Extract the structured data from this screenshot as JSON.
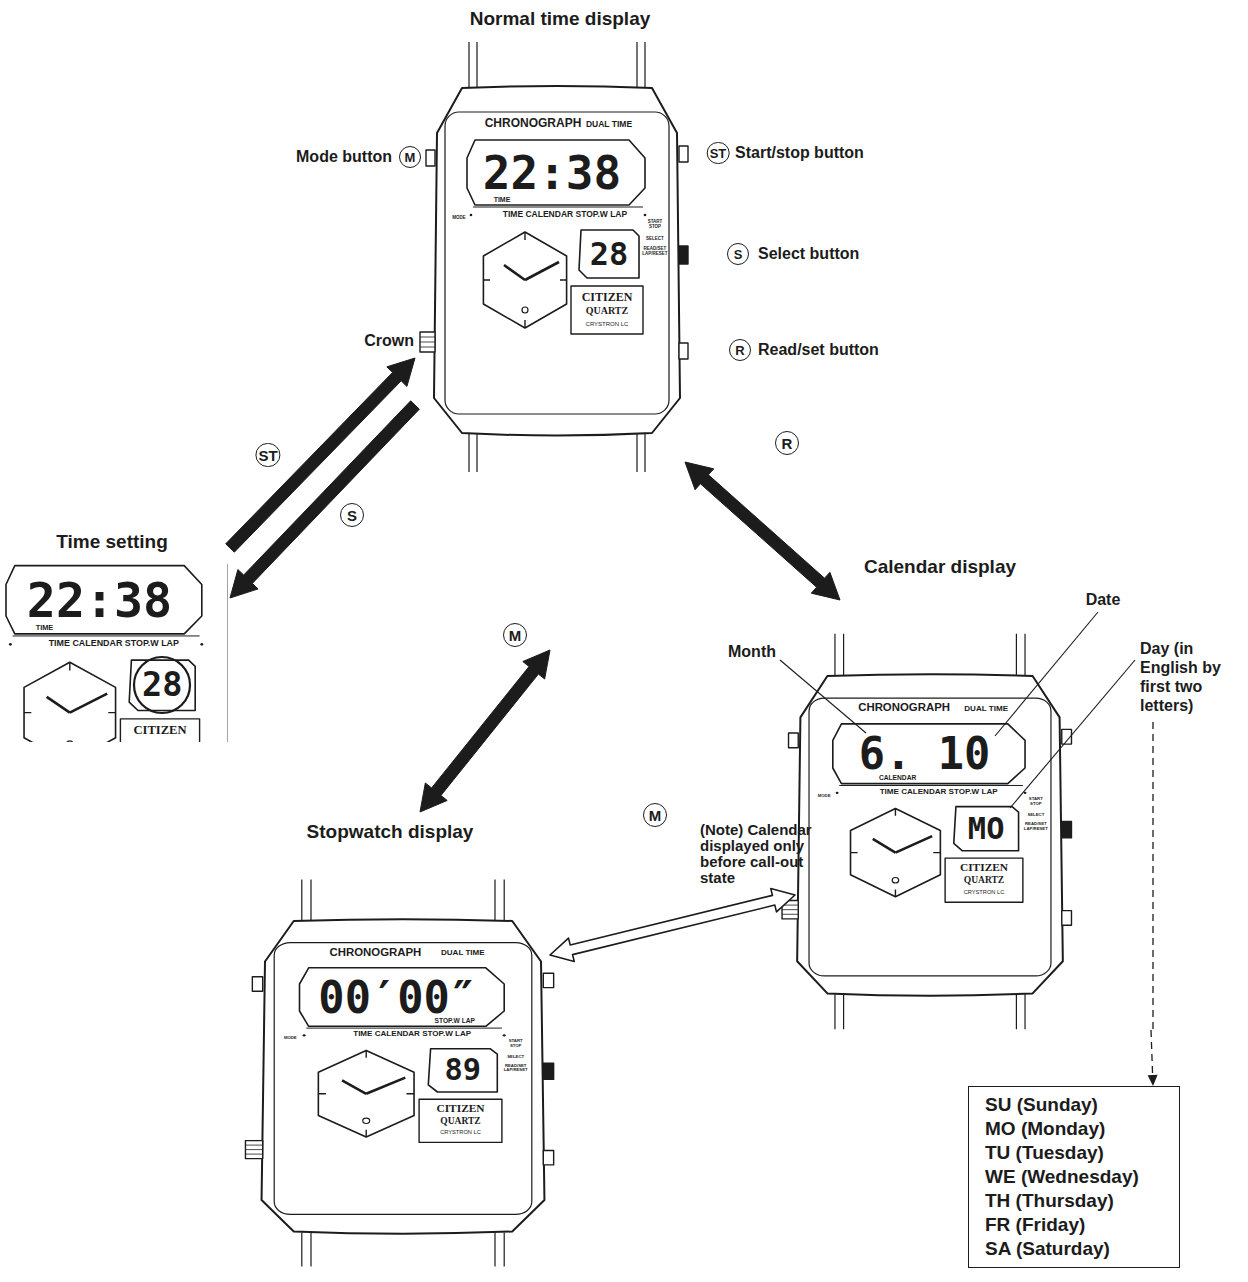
{
  "diagram": {
    "nodes": [
      {
        "text": [
          "Normal time display"
        ]
      },
      {
        "text": [
          "Time setting"
        ]
      },
      {
        "text": [
          "Calendar display"
        ]
      },
      {
        "text": [
          "Stopwatch display"
        ]
      },
      {
        "text": [
          "SU (Sunday)",
          "MO (Monday)",
          "TU (Tuesday)",
          "WE (Wednesday)",
          "TH (Thursday)",
          "FR (Friday)",
          "SA (Saturday)"
        ]
      }
    ],
    "edges": [
      {
        "from": 1,
        "to": 0,
        "label": "ST",
        "arrow": "to"
      },
      {
        "from": 0,
        "to": 1,
        "label": "S",
        "arrow": "to"
      },
      {
        "from": 0,
        "to": 3,
        "label": "M",
        "arrow": "both"
      },
      {
        "from": 0,
        "to": 2,
        "label": "R",
        "arrow": "both"
      },
      {
        "from": 3,
        "to": 2,
        "label": "M",
        "arrow": "both"
      },
      {
        "from": 2,
        "to": 4,
        "arrow": "to"
      }
    ],
    "labels": [
      "Mode button",
      "M",
      "Start/stop button",
      "ST",
      "Select button",
      "S",
      "Crown",
      "Read/set button",
      "R",
      "CHRONOGRAPH",
      "DUAL TIME",
      "22:38",
      "TIME",
      "TIME CALENDAR STOP.W LAP",
      "MODE",
      "START STOP",
      "SELECT",
      "READ/SET LAP/RESET",
      "28",
      "CITIZEN",
      "QUARTZ",
      "CRYSTRON LC",
      "22:38",
      "TIME",
      "TIME CALENDAR STOP.W LAP",
      "28",
      "CITIZEN",
      "CHRONOGRAPH",
      "DUAL TIME",
      "6. 10",
      "CALENDAR",
      "TIME CALENDAR STOP.W LAP",
      "MODE",
      "START STOP",
      "SELECT",
      "READ/SET LAP/RESET",
      "MO",
      "CITIZEN",
      "QUARTZ",
      "CRYSTRON LC",
      "Month",
      "Date",
      "Day (in English by first two letters)",
      "CHRONOGRAPH",
      "DUAL TIME",
      "00′00″",
      "STOP.W LAP",
      "TIME CALENDAR STOP.W LAP",
      "MODE",
      "START STOP",
      "SELECT",
      "READ/SET LAP/RESET",
      "89",
      "CITIZEN",
      "QUARTZ",
      "CRYSTRON LC",
      "(Note) Calendar displayed only before call-out state"
    ]
  }
}
